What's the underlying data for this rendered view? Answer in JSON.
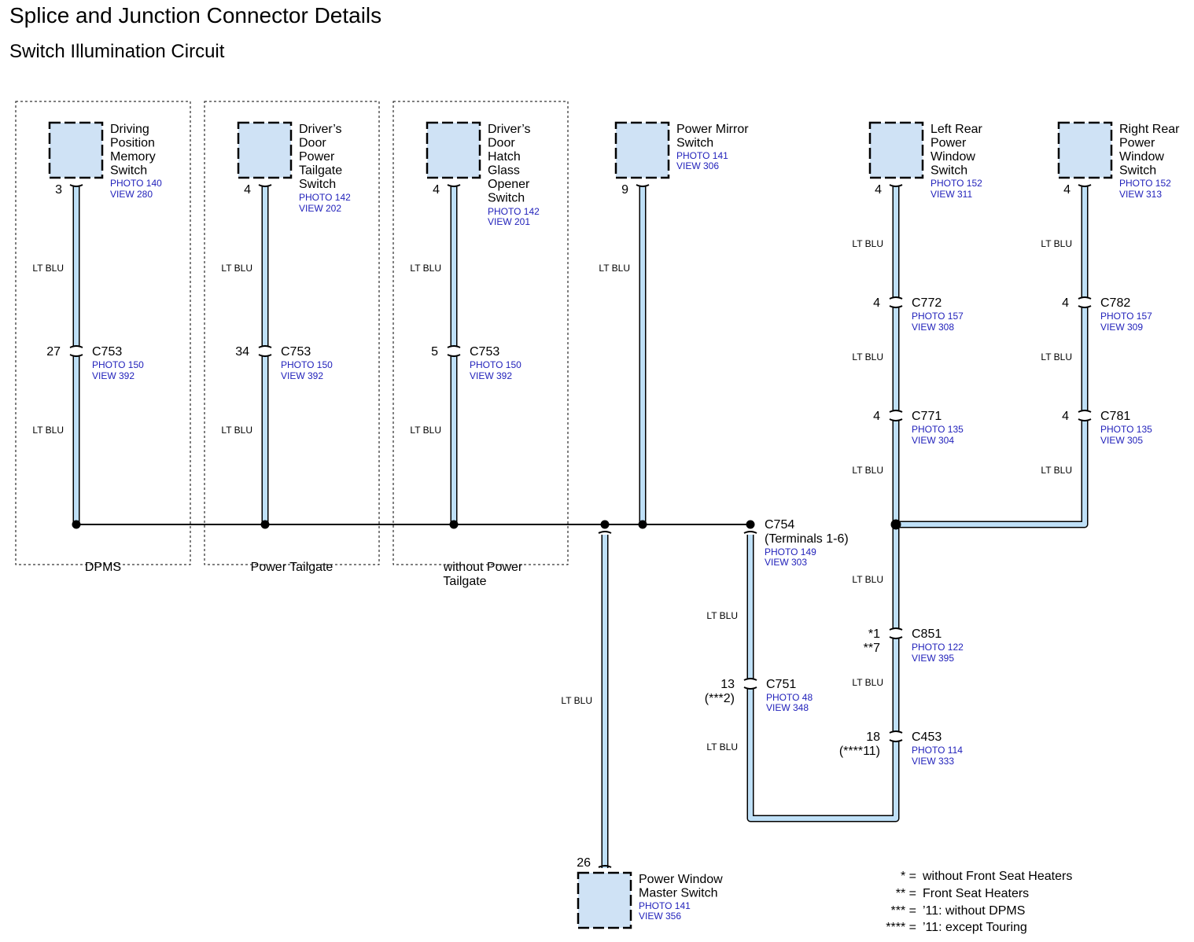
{
  "title": "Splice and Junction Connector Details",
  "subtitle": "Switch Illumination Circuit",
  "wire_color": "LT BLU",
  "colors": {
    "wire_fill": "#bfe0f7",
    "component_fill": "#cfe2f5",
    "ref_text": "#2222bb"
  },
  "groups": {
    "dpms": "DPMS",
    "power_tailgate": "Power Tailgate",
    "without_power_tailgate_1": "without Power",
    "without_power_tailgate_2": "Tailgate"
  },
  "components": {
    "driving_position_memory_switch": {
      "lines": [
        "Driving",
        "Position",
        "Memory",
        "Switch"
      ],
      "photo": "PHOTO 140",
      "view": "VIEW 280",
      "pin": "3"
    },
    "drivers_door_power_tailgate_switch": {
      "lines": [
        "Driver’s",
        "Door",
        "Power",
        "Tailgate",
        "Switch"
      ],
      "photo": "PHOTO 142",
      "view": "VIEW 202",
      "pin": "4"
    },
    "drivers_door_hatch_glass_opener_switch": {
      "lines": [
        "Driver’s",
        "Door",
        "Hatch",
        "Glass",
        "Opener",
        "Switch"
      ],
      "photo": "PHOTO 142",
      "view": "VIEW 201",
      "pin": "4"
    },
    "power_mirror_switch": {
      "lines": [
        "Power Mirror",
        "Switch"
      ],
      "photo": "PHOTO 141",
      "view": "VIEW 306",
      "pin": "9"
    },
    "left_rear_power_window_switch": {
      "lines": [
        "Left Rear",
        "Power",
        "Window",
        "Switch"
      ],
      "photo": "PHOTO 152",
      "view": "VIEW 311",
      "pin": "4"
    },
    "right_rear_power_window_switch": {
      "lines": [
        "Right Rear",
        "Power",
        "Window",
        "Switch"
      ],
      "photo": "PHOTO 152",
      "view": "VIEW 313",
      "pin": "4"
    },
    "power_window_master_switch": {
      "lines": [
        "Power Window",
        "Master Switch"
      ],
      "photo": "PHOTO 141",
      "view": "VIEW 356",
      "pin": "26"
    }
  },
  "connectors": {
    "c753_a": {
      "name": "C753",
      "pin": "27",
      "photo": "PHOTO 150",
      "view": "VIEW 392"
    },
    "c753_b": {
      "name": "C753",
      "pin": "34",
      "photo": "PHOTO 150",
      "view": "VIEW 392"
    },
    "c753_c": {
      "name": "C753",
      "pin": "5",
      "photo": "PHOTO 150",
      "view": "VIEW 392"
    },
    "c772": {
      "name": "C772",
      "pin": "4",
      "photo": "PHOTO 157",
      "view": "VIEW 308"
    },
    "c771": {
      "name": "C771",
      "pin": "4",
      "photo": "PHOTO 135",
      "view": "VIEW 304"
    },
    "c782": {
      "name": "C782",
      "pin": "4",
      "photo": "PHOTO 157",
      "view": "VIEW 309"
    },
    "c781": {
      "name": "C781",
      "pin": "4",
      "photo": "PHOTO 135",
      "view": "VIEW 305"
    },
    "c754": {
      "name": "C754",
      "note": "(Terminals 1-6)",
      "photo": "PHOTO 149",
      "view": "VIEW 303"
    },
    "c751": {
      "name": "C751",
      "pin": "13",
      "pin_alt": "(***2)",
      "photo": "PHOTO 48",
      "view": "VIEW 348"
    },
    "c851": {
      "name": "C851",
      "pin": "*1",
      "pin_alt": "**7",
      "photo": "PHOTO 122",
      "view": "VIEW 395"
    },
    "c453": {
      "name": "C453",
      "pin": "18",
      "pin_alt": "(****11)",
      "photo": "PHOTO 114",
      "view": "VIEW 333"
    }
  },
  "legend": [
    {
      "key": "* =",
      "text": "without Front Seat Heaters"
    },
    {
      "key": "** =",
      "text": "Front Seat Heaters"
    },
    {
      "key": "*** =",
      "text": "’11: without DPMS"
    },
    {
      "key": "**** =",
      "text": "’11: except Touring"
    }
  ]
}
